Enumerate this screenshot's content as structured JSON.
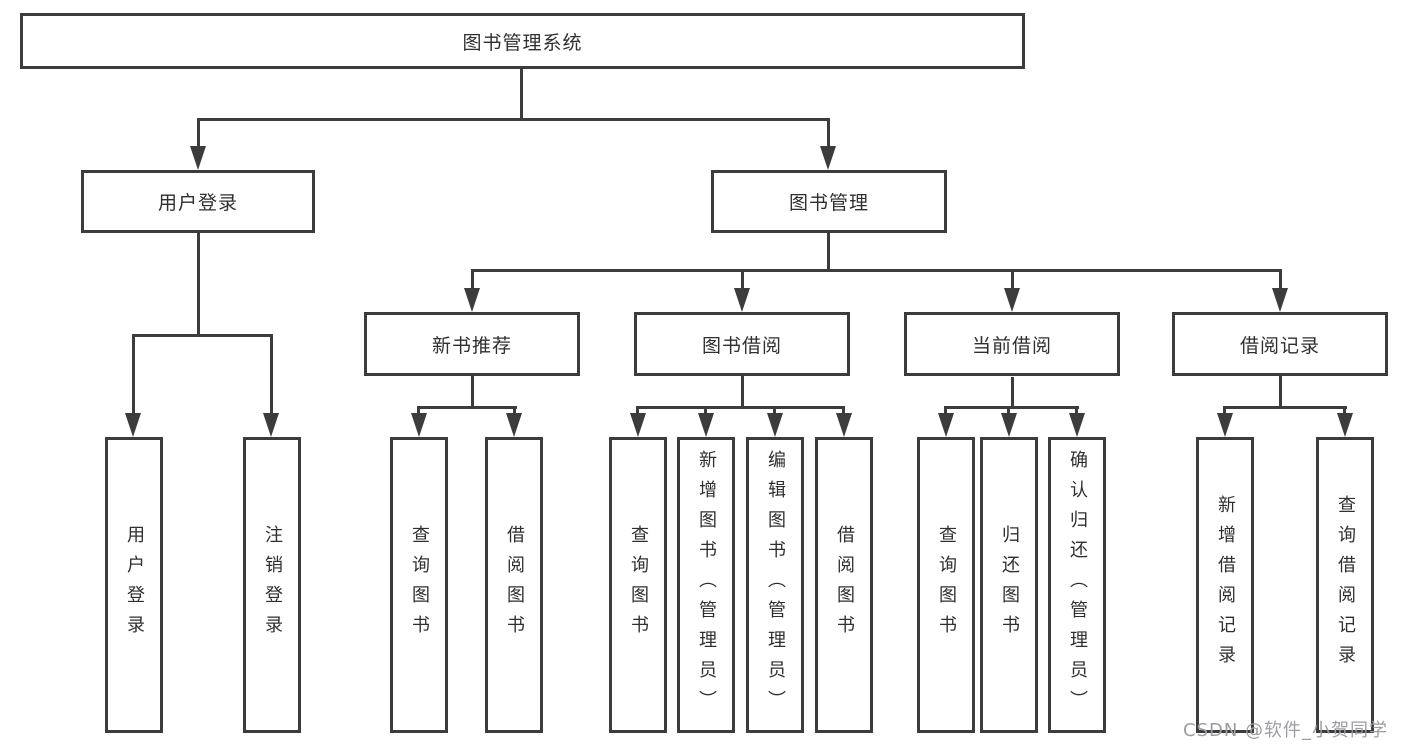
{
  "diagram_type": "hierarchy-tree",
  "style": {
    "line_color": "#3c3c3c",
    "text_color": "#2f2f2f",
    "watermark_color": "#9d9da1",
    "background": "#ffffff"
  },
  "tree": {
    "label": "图书管理系统",
    "children": [
      {
        "label": "用户登录",
        "children": [
          {
            "label": "用户登录"
          },
          {
            "label": "注销登录"
          }
        ]
      },
      {
        "label": "图书管理",
        "children": [
          {
            "label": "新书推荐",
            "children": [
              {
                "label": "查询图书"
              },
              {
                "label": "借阅图书"
              }
            ]
          },
          {
            "label": "图书借阅",
            "children": [
              {
                "label": "查询图书"
              },
              {
                "label": "新增图书（管理员）"
              },
              {
                "label": "编辑图书（管理员）"
              },
              {
                "label": "借阅图书"
              }
            ]
          },
          {
            "label": "当前借阅",
            "children": [
              {
                "label": "查询图书"
              },
              {
                "label": "归还图书"
              },
              {
                "label": "确认归还（管理员）"
              }
            ]
          },
          {
            "label": "借阅记录",
            "children": [
              {
                "label": "新增借阅记录"
              },
              {
                "label": "查询借阅记录"
              }
            ]
          }
        ]
      }
    ]
  },
  "watermark": {
    "text": "CSDN @软件_小贺同学"
  }
}
